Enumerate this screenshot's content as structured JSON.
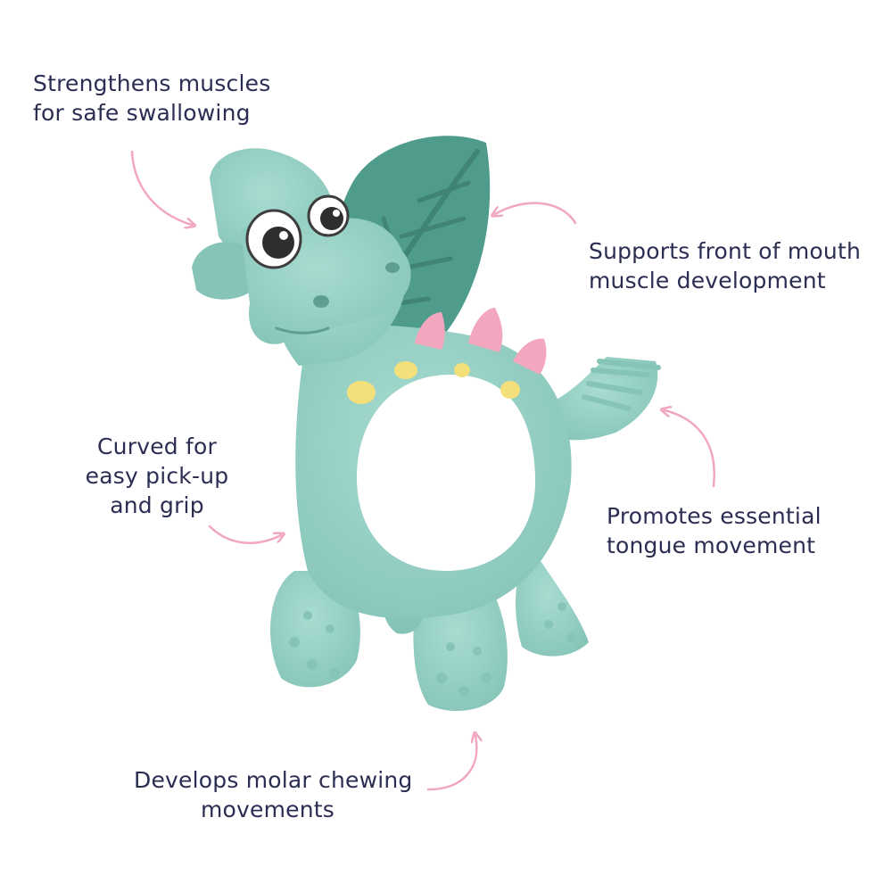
{
  "callouts": [
    {
      "lines": [
        "Strengthens muscles",
        "for safe swallowing"
      ]
    },
    {
      "lines": [
        "Supports front of mouth",
        "muscle development"
      ]
    },
    {
      "lines": [
        "Curved for",
        "easy pick-up",
        "and grip"
      ]
    },
    {
      "lines": [
        "Promotes essential",
        "tongue movement"
      ]
    },
    {
      "lines": [
        "Develops molar chewing",
        "movements"
      ]
    }
  ],
  "colors": {
    "text": "#2b2d52",
    "arrow": "#f1a7bf",
    "body": "#9bd3c8",
    "body_shade": "#86c4b8",
    "leaf": "#4f9c8c",
    "spike": "#f3a7bf",
    "dot": "#f3e07a"
  },
  "icons": [
    "dinosaur-teether",
    "leaf-teether",
    "curved-arrow"
  ]
}
